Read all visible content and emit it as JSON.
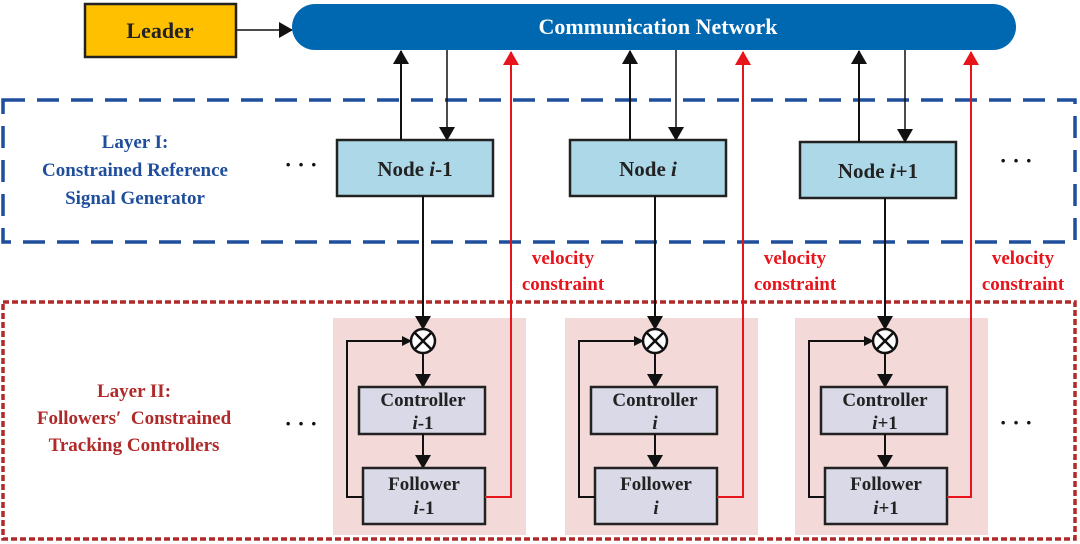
{
  "leader": {
    "label": "Leader",
    "color": "#FFC000"
  },
  "network": {
    "label": "Communication Network",
    "color": "#0067B1"
  },
  "layer1": {
    "title": "Layer I:",
    "line2": "Constrained Reference",
    "line3": "Signal Generator",
    "color": "#1F4E9C"
  },
  "layer2": {
    "title": "Layer II:",
    "line2": "Followers′  Constrained",
    "line3": "Tracking Controllers",
    "color": "#B02A2A"
  },
  "ellipsis": "· · ·",
  "velocity_label": {
    "line1": "velocity",
    "line2": "constraint",
    "color": "#E8141B"
  },
  "agents": [
    {
      "node_prefix": "Node ",
      "index": "i",
      "suffix": "-1",
      "controller": "Controller",
      "follower": "Follower"
    },
    {
      "node_prefix": "Node ",
      "index": "i",
      "suffix": "",
      "controller": "Controller",
      "follower": "Follower"
    },
    {
      "node_prefix": "Node ",
      "index": "i",
      "suffix": "+1",
      "controller": "Controller",
      "follower": "Follower"
    }
  ],
  "colors": {
    "node_fill": "#ADD8E8",
    "panel_fill": "#F4D9D9",
    "block_fill": "#D9D9E8"
  }
}
